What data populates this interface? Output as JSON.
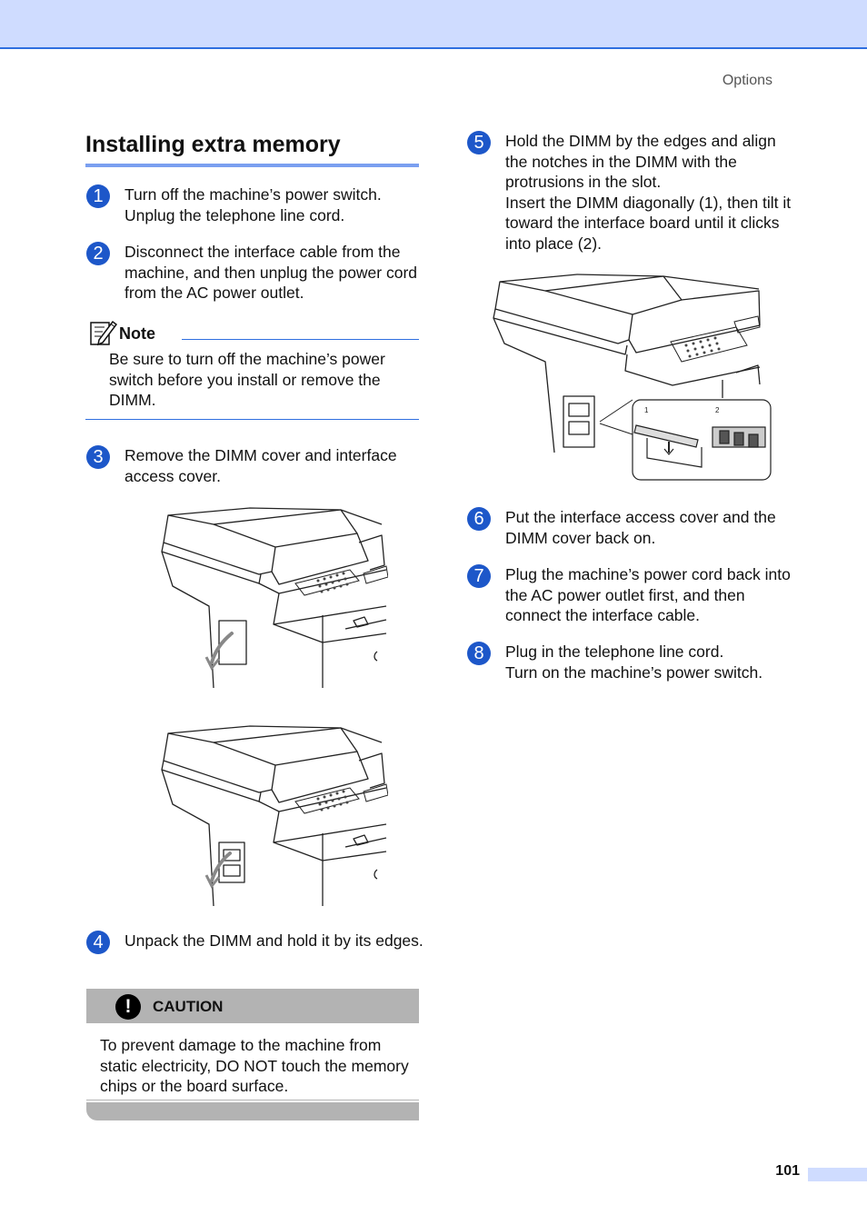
{
  "header": {
    "running_head": "Options"
  },
  "section": {
    "title": "Installing extra memory"
  },
  "steps": [
    {
      "num": "1",
      "lines": [
        "Turn off the machine’s power switch.",
        "Unplug the telephone line cord."
      ]
    },
    {
      "num": "2",
      "lines": [
        "Disconnect the interface cable from the machine, and then unplug the power cord from the AC power outlet."
      ]
    },
    {
      "num": "3",
      "lines": [
        "Remove the DIMM cover and interface access cover."
      ]
    },
    {
      "num": "4",
      "lines": [
        "Unpack the DIMM and hold it by its edges."
      ]
    },
    {
      "num": "5",
      "lines": [
        "Hold the DIMM by the edges and align the notches in the DIMM with the protrusions in the slot.",
        "Insert the DIMM diagonally (1), then tilt it toward the interface board until it clicks into place (2)."
      ]
    },
    {
      "num": "6",
      "lines": [
        "Put the interface access cover and the DIMM cover back on."
      ]
    },
    {
      "num": "7",
      "lines": [
        "Plug the machine’s power cord back into the AC power outlet first, and then connect the interface cable."
      ]
    },
    {
      "num": "8",
      "lines": [
        "Plug in the telephone line cord.",
        "Turn on the machine’s power switch."
      ]
    }
  ],
  "note": {
    "label": "Note",
    "text": "Be sure to turn off the machine’s power switch before you install or remove the DIMM."
  },
  "caution": {
    "label": "CAUTION",
    "icon": "!",
    "text": "To prevent damage to the machine from static electricity, DO NOT touch the memory chips or the board surface."
  },
  "figures": {
    "callout_1": "1",
    "callout_2": "2"
  },
  "footer": {
    "page_number": "101"
  },
  "colors": {
    "accent": "#1d57c9",
    "header_band": "#cfdcff",
    "rule": "#2f6fe0",
    "caution_band": "#b3b3b3"
  }
}
